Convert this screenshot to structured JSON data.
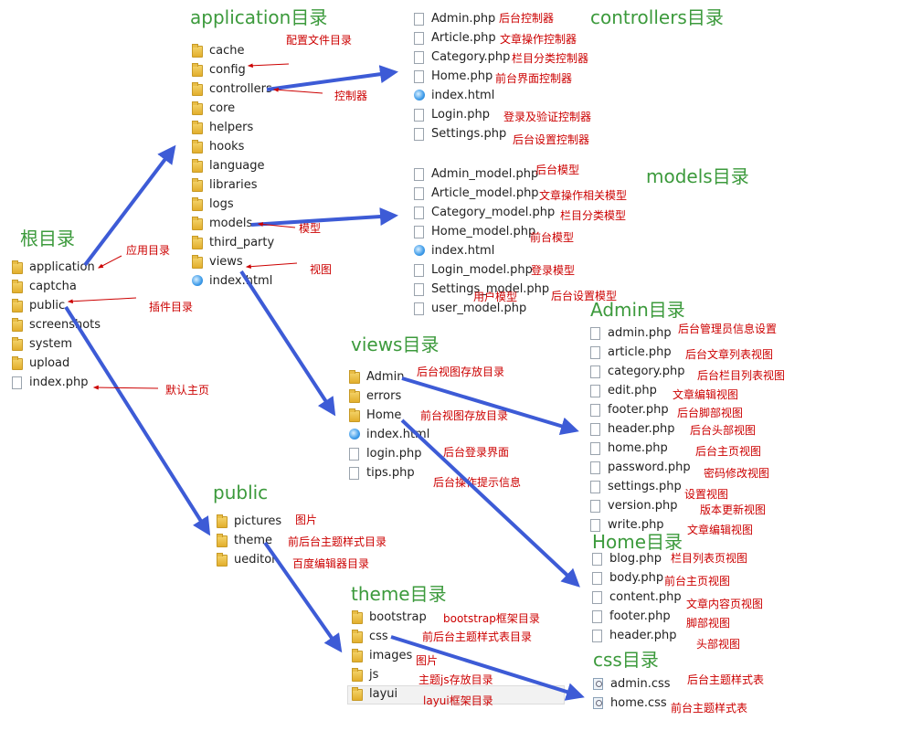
{
  "titles": {
    "root": "根目录",
    "application": "application目录",
    "controllers": "controllers目录",
    "models": "models目录",
    "views": "views目录",
    "admin": "Admin目录",
    "home": "Home目录",
    "public": "public",
    "theme": "theme目录",
    "css": "css目录"
  },
  "root_items": [
    {
      "label": "application",
      "icon": "folder-icon"
    },
    {
      "label": "captcha",
      "icon": "folder-icon"
    },
    {
      "label": "public",
      "icon": "folder-icon"
    },
    {
      "label": "screenshots",
      "icon": "folder-icon"
    },
    {
      "label": "system",
      "icon": "folder-icon"
    },
    {
      "label": "upload",
      "icon": "folder-icon"
    },
    {
      "label": "index.php",
      "icon": "file-icon"
    }
  ],
  "application_items": [
    {
      "label": "cache",
      "icon": "folder-icon"
    },
    {
      "label": "config",
      "icon": "folder-icon"
    },
    {
      "label": "controllers",
      "icon": "folder-icon"
    },
    {
      "label": "core",
      "icon": "folder-icon"
    },
    {
      "label": "helpers",
      "icon": "folder-icon"
    },
    {
      "label": "hooks",
      "icon": "folder-icon"
    },
    {
      "label": "language",
      "icon": "folder-icon"
    },
    {
      "label": "libraries",
      "icon": "folder-icon"
    },
    {
      "label": "logs",
      "icon": "folder-icon"
    },
    {
      "label": "models",
      "icon": "folder-icon"
    },
    {
      "label": "third_party",
      "icon": "folder-icon"
    },
    {
      "label": "views",
      "icon": "folder-icon"
    },
    {
      "label": "index.html",
      "icon": "browser-icon"
    }
  ],
  "controllers_items": [
    {
      "label": "Admin.php",
      "icon": "file-icon"
    },
    {
      "label": "Article.php",
      "icon": "file-icon"
    },
    {
      "label": "Category.php",
      "icon": "file-icon"
    },
    {
      "label": "Home.php",
      "icon": "file-icon"
    },
    {
      "label": "index.html",
      "icon": "browser-icon"
    },
    {
      "label": "Login.php",
      "icon": "file-icon"
    },
    {
      "label": "Settings.php",
      "icon": "file-icon"
    }
  ],
  "models_items": [
    {
      "label": "Admin_model.php",
      "icon": "file-icon"
    },
    {
      "label": "Article_model.php",
      "icon": "file-icon"
    },
    {
      "label": "Category_model.php",
      "icon": "file-icon"
    },
    {
      "label": "Home_model.php",
      "icon": "file-icon"
    },
    {
      "label": "index.html",
      "icon": "browser-icon"
    },
    {
      "label": "Login_model.php",
      "icon": "file-icon"
    },
    {
      "label": "Settings_model.php",
      "icon": "file-icon"
    },
    {
      "label": "user_model.php",
      "icon": "file-icon"
    }
  ],
  "views_items": [
    {
      "label": "Admin",
      "icon": "folder-icon"
    },
    {
      "label": "errors",
      "icon": "folder-icon"
    },
    {
      "label": "Home",
      "icon": "folder-icon"
    },
    {
      "label": "index.html",
      "icon": "browser-icon"
    },
    {
      "label": "login.php",
      "icon": "file-icon"
    },
    {
      "label": "tips.php",
      "icon": "file-icon"
    }
  ],
  "admin_items": [
    {
      "label": "admin.php",
      "icon": "file-icon"
    },
    {
      "label": "article.php",
      "icon": "file-icon"
    },
    {
      "label": "category.php",
      "icon": "file-icon"
    },
    {
      "label": "edit.php",
      "icon": "file-icon"
    },
    {
      "label": "footer.php",
      "icon": "file-icon"
    },
    {
      "label": "header.php",
      "icon": "file-icon"
    },
    {
      "label": "home.php",
      "icon": "file-icon"
    },
    {
      "label": "password.php",
      "icon": "file-icon"
    },
    {
      "label": "settings.php",
      "icon": "file-icon"
    },
    {
      "label": "version.php",
      "icon": "file-icon"
    },
    {
      "label": "write.php",
      "icon": "file-icon"
    }
  ],
  "home_items": [
    {
      "label": "blog.php",
      "icon": "file-icon"
    },
    {
      "label": "body.php",
      "icon": "file-icon"
    },
    {
      "label": "content.php",
      "icon": "file-icon"
    },
    {
      "label": "footer.php",
      "icon": "file-icon"
    },
    {
      "label": "header.php",
      "icon": "file-icon"
    }
  ],
  "public_items": [
    {
      "label": "pictures",
      "icon": "folder-icon"
    },
    {
      "label": "theme",
      "icon": "folder-icon"
    },
    {
      "label": "ueditor",
      "icon": "folder-icon"
    }
  ],
  "theme_items": [
    {
      "label": "bootstrap",
      "icon": "folder-icon"
    },
    {
      "label": "css",
      "icon": "folder-icon"
    },
    {
      "label": "images",
      "icon": "folder-icon"
    },
    {
      "label": "js",
      "icon": "folder-icon"
    },
    {
      "label": "layui",
      "icon": "folder-icon"
    }
  ],
  "css_items": [
    {
      "label": "admin.css",
      "icon": "css-file-icon"
    },
    {
      "label": "home.css",
      "icon": "css-file-icon"
    }
  ],
  "annotations": {
    "app_dir": "应用目录",
    "plugin_dir": "插件目录",
    "default_home": "默认主页",
    "config_dir": "配置文件目录",
    "controller": "控制器",
    "model": "模型",
    "view": "视图",
    "ctrl_admin": "后台控制器",
    "ctrl_article": "文章操作控制器",
    "ctrl_category": "栏目分类控制器",
    "ctrl_home": "前台界面控制器",
    "ctrl_login": "登录及验证控制器",
    "ctrl_settings": "后台设置控制器",
    "mdl_admin": "后台模型",
    "mdl_article": "文章操作相关模型",
    "mdl_category": "栏目分类模型",
    "mdl_home": "前台模型",
    "mdl_login": "登录模型",
    "mdl_user": "用户模型",
    "mdl_settings": "后台设置模型",
    "vw_admin": "后台视图存放目录",
    "vw_home": "前台视图存放目录",
    "vw_login": "后台登录界面",
    "vw_tips": "后台操作提示信息",
    "ad_admin": "后台管理员信息设置",
    "ad_article": "后台文章列表视图",
    "ad_category": "后台栏目列表视图",
    "ad_edit": "文章编辑视图",
    "ad_footer": "后台脚部视图",
    "ad_header": "后台头部视图",
    "ad_home": "后台主页视图",
    "ad_password": "密码修改视图",
    "ad_settings": "设置视图",
    "ad_version": "版本更新视图",
    "ad_write": "文章编辑视图",
    "hm_blog": "栏目列表页视图",
    "hm_body": "前台主页视图",
    "hm_content": "文章内容页视图",
    "hm_footer": "脚部视图",
    "hm_header": "头部视图",
    "pub_pictures": "图片",
    "pub_theme": "前后台主题样式目录",
    "pub_ueditor": "百度编辑器目录",
    "th_bootstrap": "bootstrap框架目录",
    "th_css": "前后台主题样式表目录",
    "th_images": "图片",
    "th_js": "主题js存放目录",
    "th_layui": "layui框架目录",
    "css_admin": "后台主题样式表",
    "css_home": "前台主题样式表"
  },
  "colors": {
    "title_green": "#3c9a3c",
    "annotation_red": "#cc0000",
    "arrow_blue": "#3d5bd6"
  }
}
